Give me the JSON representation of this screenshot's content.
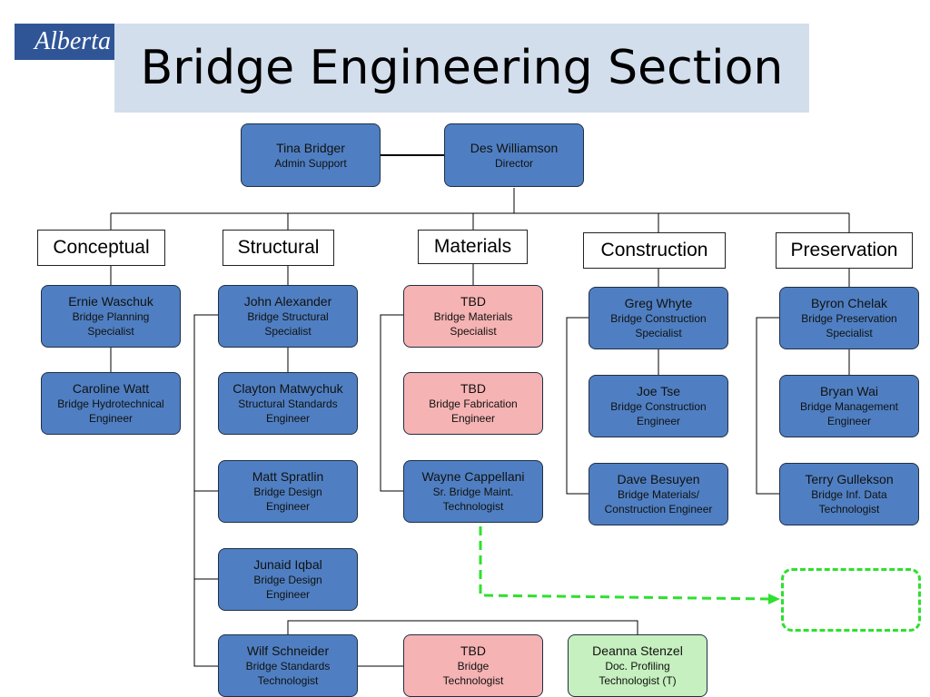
{
  "logo": {
    "text": "Alberta"
  },
  "title": "Bridge Engineering Section",
  "top": {
    "admin": {
      "name": "Tina Bridger",
      "role": "Admin Support"
    },
    "director": {
      "name": "Des Williamson",
      "role": "Director"
    }
  },
  "departments": {
    "conceptual": {
      "label": "Conceptual",
      "staff": [
        {
          "name": "Ernie Waschuk",
          "role_line1": "Bridge Planning",
          "role_line2": "Specialist"
        },
        {
          "name": "Caroline Watt",
          "role_line1": "Bridge Hydrotechnical",
          "role_line2": "Engineer"
        }
      ]
    },
    "structural": {
      "label": "Structural",
      "staff": [
        {
          "name": "John Alexander",
          "role_line1": "Bridge Structural",
          "role_line2": "Specialist"
        },
        {
          "name": "Clayton Matwychuk",
          "role_line1": "Structural Standards",
          "role_line2": "Engineer"
        },
        {
          "name": "Matt Spratlin",
          "role_line1": "Bridge Design",
          "role_line2": "Engineer"
        },
        {
          "name": "Junaid Iqbal",
          "role_line1": "Bridge Design",
          "role_line2": "Engineer"
        },
        {
          "name": "Wilf Schneider",
          "role_line1": "Bridge Standards",
          "role_line2": "Technologist"
        },
        {
          "name": "TBD",
          "role_line1": "Bridge",
          "role_line2": "Technologist"
        },
        {
          "name": "Deanna Stenzel",
          "role_line1": "Doc. Profiling",
          "role_line2": "Technologist (T)"
        }
      ]
    },
    "materials": {
      "label": "Materials",
      "staff": [
        {
          "name": "TBD",
          "role_line1": "Bridge Materials",
          "role_line2": "Specialist"
        },
        {
          "name": "TBD",
          "role_line1": "Bridge Fabrication",
          "role_line2": "Engineer"
        },
        {
          "name": "Wayne Cappellani",
          "role_line1": "Sr. Bridge Maint.",
          "role_line2": "Technologist"
        }
      ]
    },
    "construction": {
      "label": "Construction",
      "staff": [
        {
          "name": "Greg Whyte",
          "role_line1": "Bridge Construction",
          "role_line2": "Specialist"
        },
        {
          "name": "Joe Tse",
          "role_line1": "Bridge Construction",
          "role_line2": "Engineer"
        },
        {
          "name": "Dave Besuyen",
          "role_line1": "Bridge Materials/",
          "role_line2": "Construction Engineer"
        }
      ]
    },
    "preservation": {
      "label": "Preservation",
      "staff": [
        {
          "name": "Byron Chelak",
          "role_line1": "Bridge Preservation",
          "role_line2": "Specialist"
        },
        {
          "name": "Bryan Wai",
          "role_line1": "Bridge Management",
          "role_line2": "Engineer"
        },
        {
          "name": "Terry Gullekson",
          "role_line1": "Bridge Inf. Data",
          "role_line2": "Technologist"
        }
      ]
    }
  },
  "colors": {
    "staff_box": "#4f7fc2",
    "vacant_box": "#f6b3b3",
    "temporary_box": "#c6f0bf",
    "dashed_link": "#2ee02e",
    "title_band": "#d3deed",
    "logo_bg": "#2f5597"
  }
}
